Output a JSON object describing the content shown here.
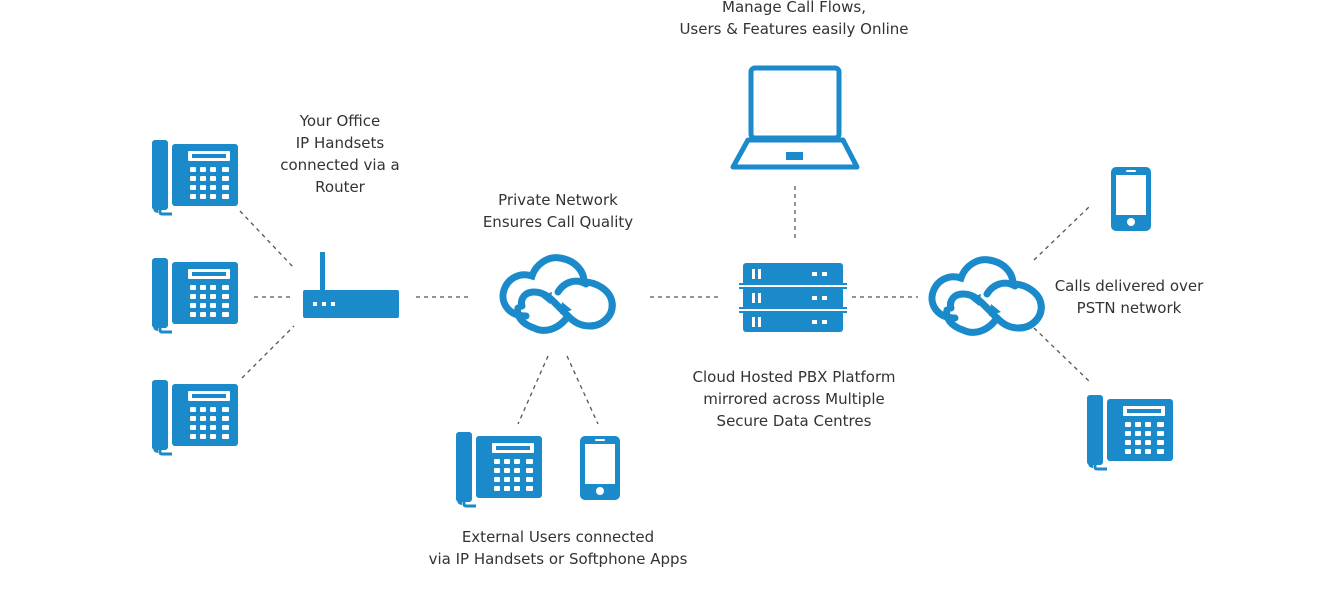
{
  "colors": {
    "accent": "#1a8acb",
    "text": "#333333",
    "connector": "#555555"
  },
  "labels": {
    "management": "Manage Call Flows,\nUsers & Features easily Online",
    "office": "Your Office\nIP Handsets\nconnected via a\nRouter",
    "private_network": "Private Network\nEnsures Call Quality",
    "pstn": "Calls delivered over\nPSTN network",
    "platform": "Cloud Hosted PBX Platform\nmirrored across Multiple\nSecure Data Centres",
    "external_users": "External Users connected\nvia IP Handsets or Softphone Apps"
  },
  "icons": [
    "desk-phone-icon",
    "router-icon",
    "cloud-sync-icon",
    "server-stack-icon",
    "laptop-icon",
    "mobile-phone-icon"
  ]
}
